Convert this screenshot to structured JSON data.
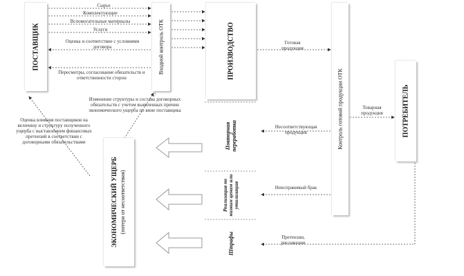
{
  "boxes": {
    "supplier": "ПОСТАВЩИК",
    "incoming_control": "Входной контроль ОТК",
    "production": "ПРОИЗВОДСТВО",
    "output_control": "Контроль готовой продукции ОТК",
    "consumer": "ПОТРЕБИТЕЛЬ",
    "rework": "Повторная переработка",
    "scrap": "Реализация по низким ценам или утилизация",
    "fines": "Штрафы",
    "loss_title": "ЭКОНОМИЧЕСКИЙ УЩЕРБ",
    "loss_sub": "(потери от несоответствия)"
  },
  "labels": {
    "raw": "Сырье",
    "components": "Комплектующие",
    "aux": "Вспомогательные материалы",
    "services": "Услуги",
    "assess": "Оценка и соответствие с условиями договора",
    "renegotiate": "Пересмотры, согласование обязательств и ответственности сторон",
    "finished": "Готовая продукция",
    "goods": "Товарная продукция",
    "nonconforming": "Несоответствующая продукция",
    "defect": "Неисправимый брак",
    "claims": "Претензии, рекламации",
    "change_structure": "Изменение структуры и состава договорных обязательств с учетом выявленных причин экономического ущерба по вине поставщика",
    "supplier_claims": "Оценка влияния поставщиков на величину и структуру полученного ущерба с выставлением финансовых претензий в соответствии с договорными обязательствами"
  }
}
